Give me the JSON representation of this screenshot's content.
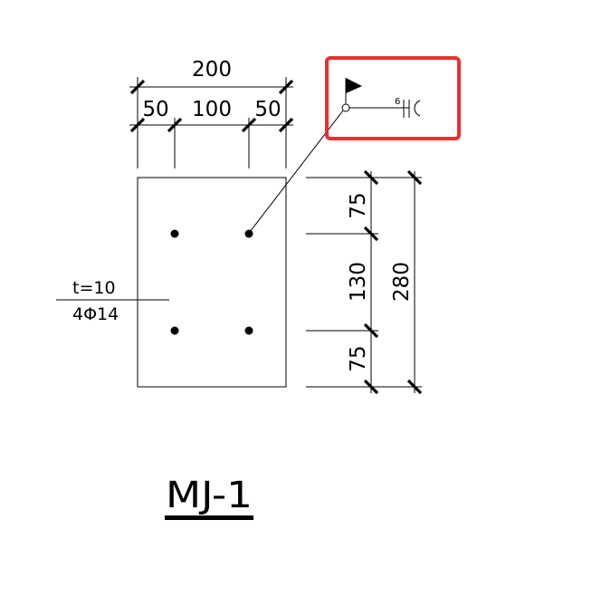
{
  "plate": {
    "dims_top": {
      "overall": "200",
      "left": "50",
      "middle": "100",
      "right": "50"
    },
    "dims_right": {
      "top": "75",
      "middle": "130",
      "bottom": "75",
      "overall": "280"
    },
    "note": {
      "thickness": "t=10",
      "rebar": "4Φ14"
    }
  },
  "weld_symbol": {
    "size": "6"
  },
  "title": "MJ-1",
  "colors": {
    "line": "#000000",
    "highlight": "#e8312f",
    "background": "#ffffff"
  }
}
